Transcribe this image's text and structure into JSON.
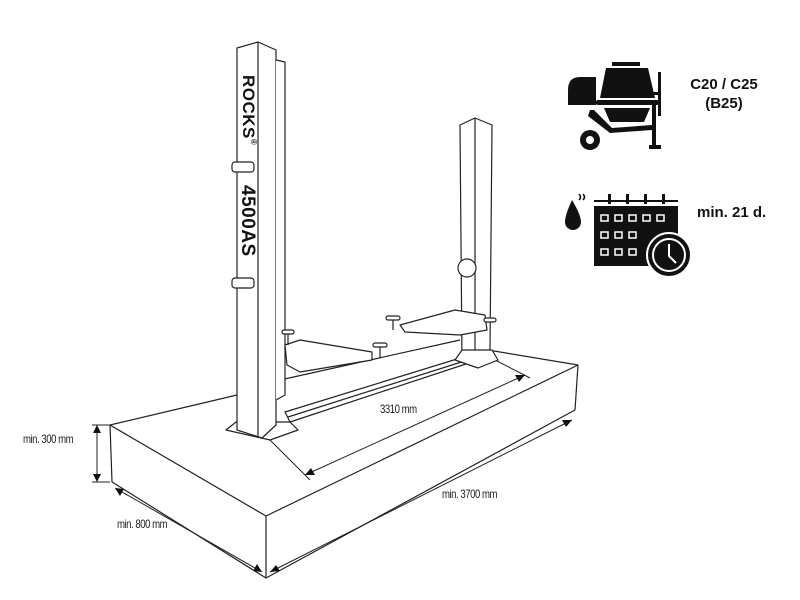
{
  "product": {
    "brand": "ROCKS",
    "registered_mark": "®",
    "model": "4500AS"
  },
  "dimensions": {
    "column_distance": "3310 mm",
    "height": "min. 300 mm",
    "width": "min. 800 mm",
    "length": "min. 3700 mm"
  },
  "specs": {
    "concrete_class": "C20 / C25",
    "concrete_class_alt": "(B25)",
    "curing_time": "min. 21 d."
  },
  "icons": [
    "concrete-mixer-icon",
    "water-drop-icon",
    "calendar-clock-icon"
  ]
}
